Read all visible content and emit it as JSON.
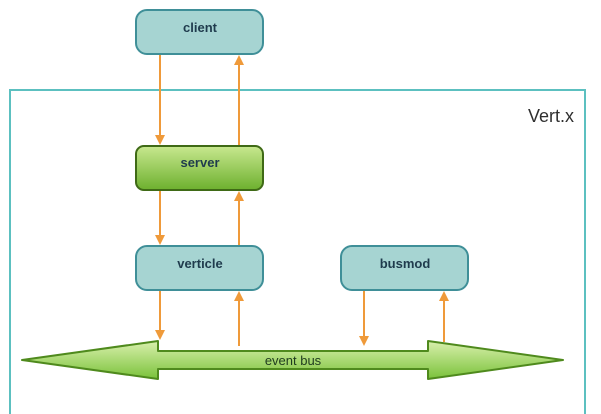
{
  "container": {
    "label": "Vert.x"
  },
  "nodes": {
    "client": "client",
    "server": "server",
    "verticle": "verticle",
    "busmod": "busmod"
  },
  "event_bus": {
    "label": "event bus"
  },
  "colors": {
    "container_border": "#5cc0c0",
    "node_fill": "#a6d4d2",
    "node_border": "#3f8f98",
    "server_fill_top": "#c8e88f",
    "server_fill_bottom": "#6db02e",
    "server_border": "#3f6a16",
    "arrow": "#ef9a3a",
    "bus_fill_top": "#d9f0ad",
    "bus_fill_bottom": "#7ac23a",
    "bus_border": "#4f8a1d"
  }
}
